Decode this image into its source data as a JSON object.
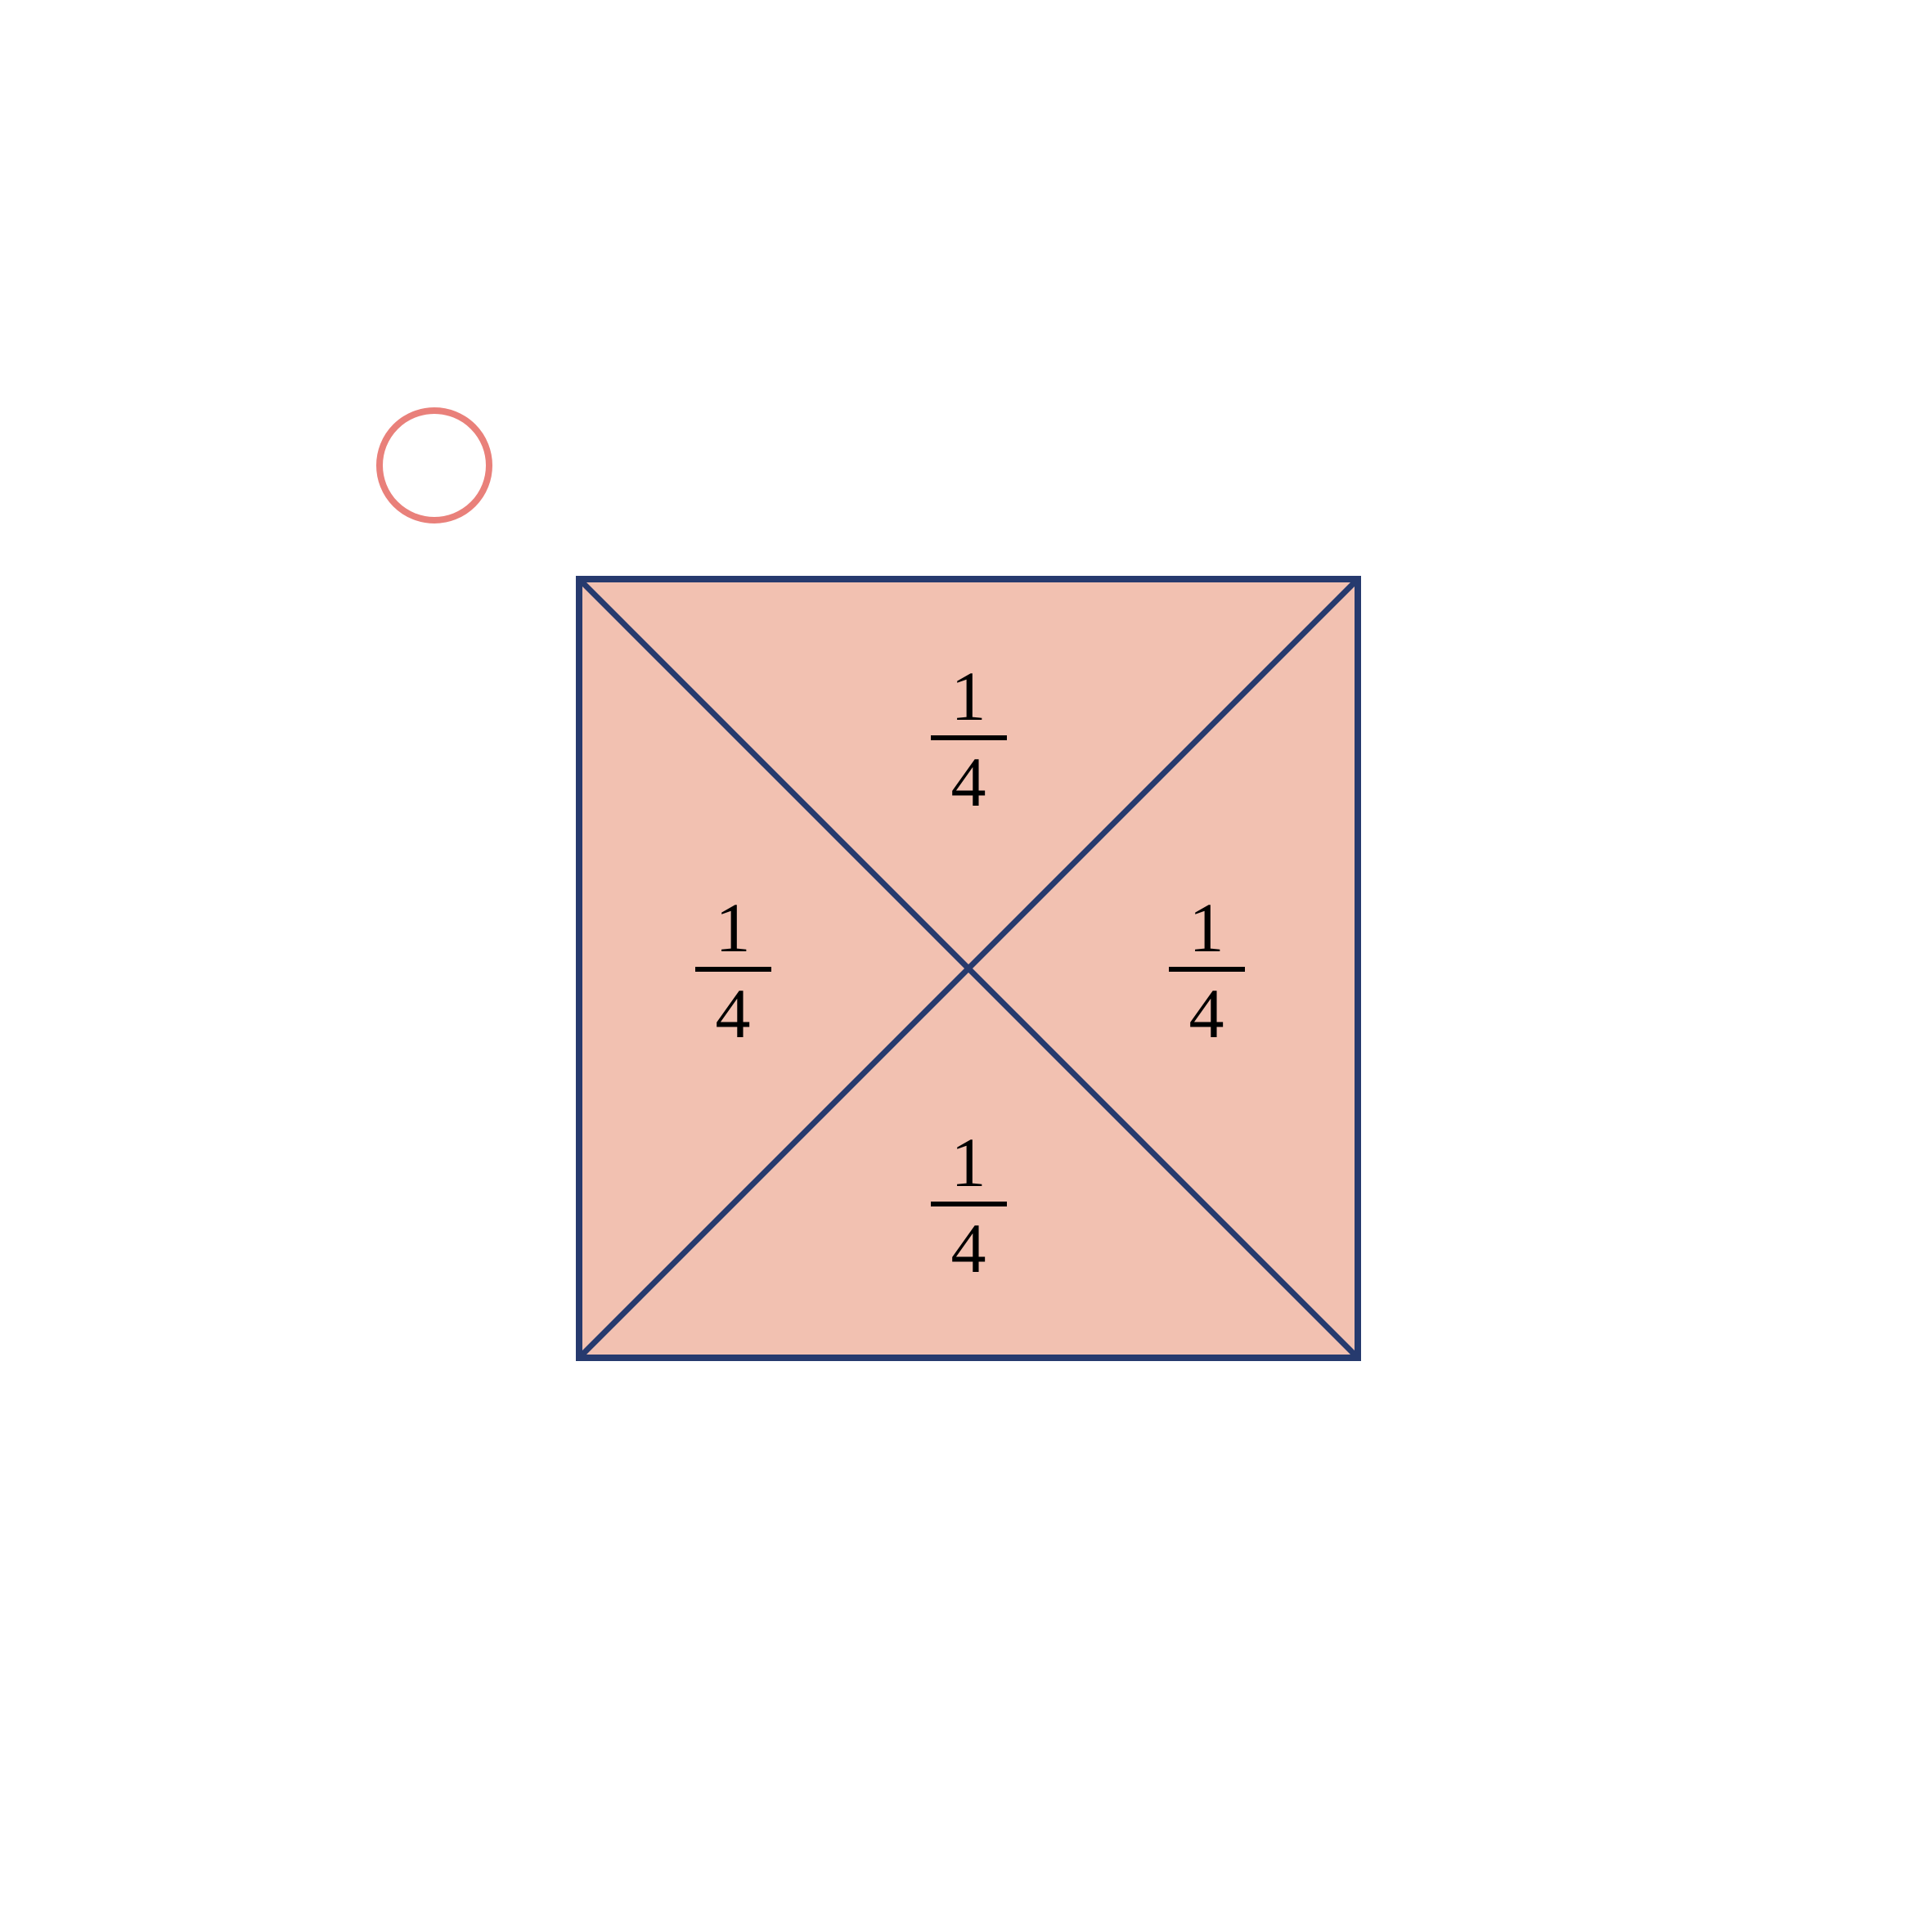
{
  "colors": {
    "background": "#ffffff",
    "square_fill": "#f2c1b1",
    "square_stroke": "#263a6e",
    "circle_stroke": "#e9807a",
    "text": "#000000"
  },
  "icons": {
    "marker": "circle-outline-icon"
  },
  "square": {
    "sections": [
      {
        "name": "top",
        "numerator": "1",
        "denominator": "4"
      },
      {
        "name": "left",
        "numerator": "1",
        "denominator": "4"
      },
      {
        "name": "right",
        "numerator": "1",
        "denominator": "4"
      },
      {
        "name": "bottom",
        "numerator": "1",
        "denominator": "4"
      }
    ]
  }
}
